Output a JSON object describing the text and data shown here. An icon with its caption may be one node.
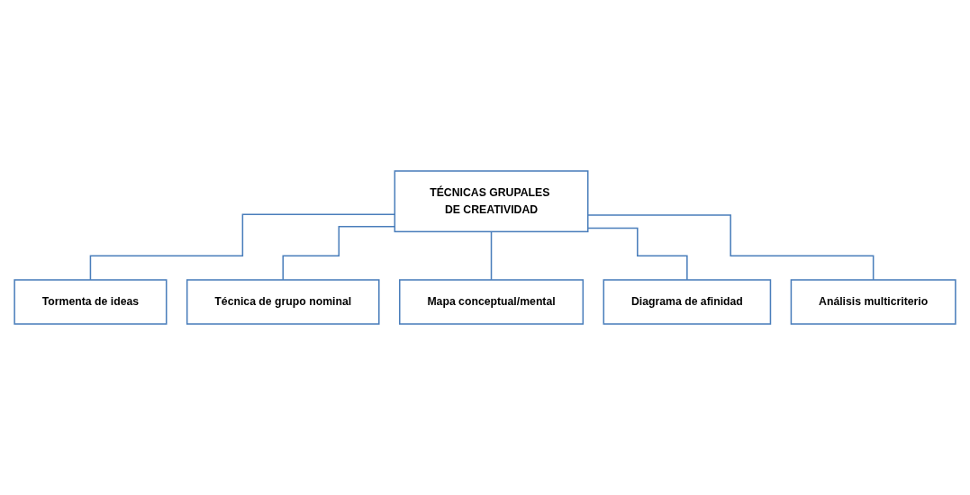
{
  "diagram": {
    "nodes": [
      {
        "text": [
          "TÉCNICAS GRUPALES DE CREATIVIDAD"
        ]
      },
      {
        "text": [
          "Tormenta de ideas"
        ]
      },
      {
        "text": [
          "Técnica de grupo nominal"
        ]
      },
      {
        "text": [
          "Mapa conceptual/mental"
        ]
      },
      {
        "text": [
          "Diagrama de afinidad"
        ]
      },
      {
        "text": [
          "Análisis multicriterio"
        ]
      }
    ],
    "edges": [
      {
        "from": 0,
        "to": 1,
        "arrow": "none"
      },
      {
        "from": 0,
        "to": 2,
        "arrow": "none"
      },
      {
        "from": 0,
        "to": 3,
        "arrow": "none"
      },
      {
        "from": 0,
        "to": 4,
        "arrow": "none"
      },
      {
        "from": 0,
        "to": 5,
        "arrow": "none"
      }
    ]
  }
}
